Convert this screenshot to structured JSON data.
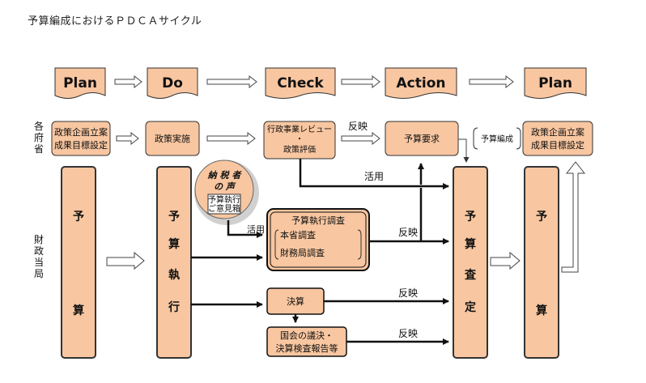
{
  "title": "予算編成におけるＰＤＣＡサイクル",
  "phases": [
    "Plan",
    "Do",
    "Check",
    "Action",
    "Plan"
  ],
  "rows": {
    "ministries": [
      "各",
      "府",
      "省"
    ],
    "finance": [
      "財",
      "政",
      "当",
      "局"
    ]
  },
  "ministry_boxes": {
    "plan1": [
      "政策企画立案",
      "成果目標設定"
    ],
    "do": "政策実施",
    "check": [
      "行政事業レビュー",
      "・",
      "政策評価"
    ],
    "action": "予算要求",
    "plan2": [
      "政策企画立案",
      "成果目標設定"
    ]
  },
  "budget_compilation": "予算編成",
  "columns": {
    "budget": [
      "予",
      "算"
    ],
    "execution": [
      "予",
      "算",
      "執",
      "行"
    ],
    "review": [
      "予",
      "算",
      "査",
      "定"
    ],
    "budget2": [
      "予",
      "算"
    ]
  },
  "taxpayer": {
    "voice": [
      "納 税 者",
      "の 声"
    ],
    "box": [
      "予算執行",
      "ご意見箱"
    ]
  },
  "survey": {
    "title": "予算執行調査",
    "items": [
      "本省調査",
      "財務局調査"
    ]
  },
  "settlement": "決算",
  "diet": [
    "国会の議決・",
    "決算検査報告等"
  ],
  "arrow_labels": {
    "reflect": "反映",
    "utilize": "活用"
  }
}
